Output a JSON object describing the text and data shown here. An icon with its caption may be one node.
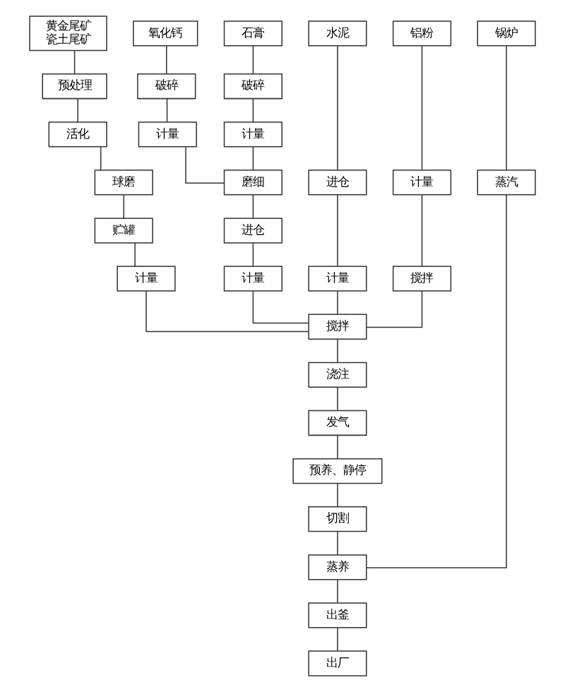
{
  "diagram": {
    "nodes": [
      {
        "text": [
          "黄金尾矿",
          "瓷土尾矿"
        ]
      },
      {
        "text": [
          "氧化钙"
        ]
      },
      {
        "text": [
          "石膏"
        ]
      },
      {
        "text": [
          "水泥"
        ]
      },
      {
        "text": [
          "铝粉"
        ]
      },
      {
        "text": [
          "锅炉"
        ]
      },
      {
        "text": [
          "预处理"
        ]
      },
      {
        "text": [
          "破碎"
        ]
      },
      {
        "text": [
          "破碎"
        ]
      },
      {
        "text": [
          "活化"
        ]
      },
      {
        "text": [
          "计量"
        ]
      },
      {
        "text": [
          "计量"
        ]
      },
      {
        "text": [
          "球磨"
        ]
      },
      {
        "text": [
          "磨细"
        ]
      },
      {
        "text": [
          "进仓"
        ]
      },
      {
        "text": [
          "计量"
        ]
      },
      {
        "text": [
          "蒸汽"
        ]
      },
      {
        "text": [
          "贮罐"
        ]
      },
      {
        "text": [
          "进仓"
        ]
      },
      {
        "text": [
          "计量"
        ]
      },
      {
        "text": [
          "计量"
        ]
      },
      {
        "text": [
          "计量"
        ]
      },
      {
        "text": [
          "搅拌"
        ]
      },
      {
        "text": [
          "搅拌"
        ]
      },
      {
        "text": [
          "浇注"
        ]
      },
      {
        "text": [
          "发气"
        ]
      },
      {
        "text": [
          "预养、静停"
        ]
      },
      {
        "text": [
          "切割"
        ]
      },
      {
        "text": [
          "蒸养"
        ]
      },
      {
        "text": [
          "出釜"
        ]
      },
      {
        "text": [
          "出厂"
        ]
      }
    ],
    "edges": [
      {
        "from": 0,
        "to": 6,
        "arrow": "none"
      },
      {
        "from": 6,
        "to": 9,
        "arrow": "none"
      },
      {
        "from": 9,
        "to": 12,
        "arrow": "none"
      },
      {
        "from": 12,
        "to": 17,
        "arrow": "none"
      },
      {
        "from": 17,
        "to": 19,
        "arrow": "none"
      },
      {
        "from": 19,
        "to": 23,
        "arrow": "none"
      },
      {
        "from": 1,
        "to": 7,
        "arrow": "none"
      },
      {
        "from": 7,
        "to": 10,
        "arrow": "none"
      },
      {
        "from": 10,
        "to": 13,
        "arrow": "none"
      },
      {
        "from": 2,
        "to": 8,
        "arrow": "none"
      },
      {
        "from": 8,
        "to": 11,
        "arrow": "none"
      },
      {
        "from": 11,
        "to": 13,
        "arrow": "none"
      },
      {
        "from": 13,
        "to": 18,
        "arrow": "none"
      },
      {
        "from": 18,
        "to": 20,
        "arrow": "none"
      },
      {
        "from": 20,
        "to": 23,
        "arrow": "none"
      },
      {
        "from": 3,
        "to": 14,
        "arrow": "none"
      },
      {
        "from": 14,
        "to": 21,
        "arrow": "none"
      },
      {
        "from": 21,
        "to": 23,
        "arrow": "none"
      },
      {
        "from": 4,
        "to": 15,
        "arrow": "none"
      },
      {
        "from": 15,
        "to": 22,
        "arrow": "none"
      },
      {
        "from": 22,
        "to": 23,
        "arrow": "none"
      },
      {
        "from": 23,
        "to": 24,
        "arrow": "none"
      },
      {
        "from": 24,
        "to": 25,
        "arrow": "none"
      },
      {
        "from": 25,
        "to": 26,
        "arrow": "none"
      },
      {
        "from": 26,
        "to": 27,
        "arrow": "none"
      },
      {
        "from": 27,
        "to": 28,
        "arrow": "none"
      },
      {
        "from": 28,
        "to": 29,
        "arrow": "none"
      },
      {
        "from": 29,
        "to": 30,
        "arrow": "none"
      },
      {
        "from": 5,
        "to": 16,
        "arrow": "none"
      },
      {
        "from": 16,
        "to": 28,
        "arrow": "none"
      }
    ]
  }
}
